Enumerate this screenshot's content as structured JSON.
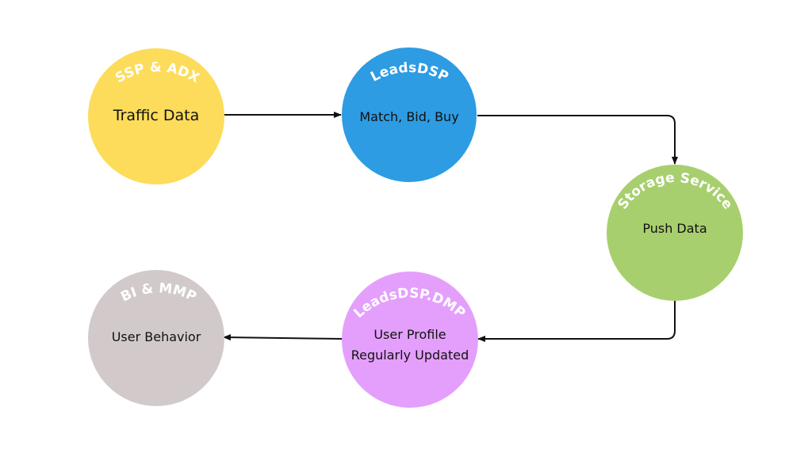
{
  "nodes": {
    "ssp_adx": {
      "title": "SSP & ADX",
      "label": "Traffic Data",
      "color": "#FCDC5A"
    },
    "leadsdsp": {
      "title": "LeadsDSP",
      "label": "Match, Bid, Buy",
      "color": "#2D9CE3"
    },
    "storage": {
      "title": "Storage Service",
      "label": "Push Data",
      "color": "#A8CF6E"
    },
    "dmp": {
      "title": "LeadsDSP.DMP",
      "label_line1": "User Profile",
      "label_line2": "Regularly Updated",
      "color": "#E49FFC"
    },
    "bi_mmp": {
      "title": "BI & MMP",
      "label": "User Behavior",
      "color": "#D2CACA"
    }
  }
}
